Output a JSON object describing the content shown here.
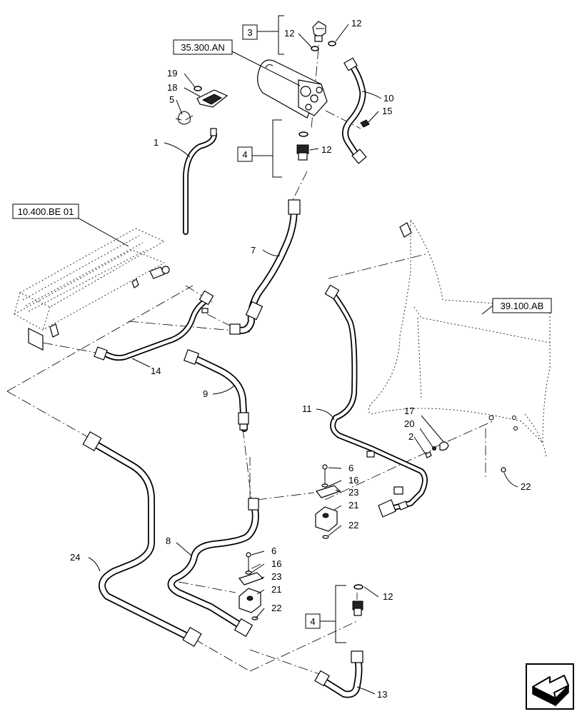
{
  "ref_boxes": {
    "filter_ref": "35.300.AN",
    "cooler_ref": "10.400.BE 01",
    "frame_ref": "39.100.AB"
  },
  "group_boxes": {
    "group_top": "3",
    "group_filter": "4",
    "group_bottom": "4"
  },
  "callouts": {
    "c1": "1",
    "c2": "2",
    "c5": "5",
    "c6a": "6",
    "c6b": "6",
    "c7": "7",
    "c8": "8",
    "c9": "9",
    "c10": "10",
    "c11": "11",
    "c12a": "12",
    "c12b": "12",
    "c12c": "12",
    "c12d": "12",
    "c13": "13",
    "c14": "14",
    "c15": "15",
    "c16a": "16",
    "c16b": "16",
    "c17": "17",
    "c18": "18",
    "c19": "19",
    "c20": "20",
    "c21a": "21",
    "c21b": "21",
    "c22a": "22",
    "c22b": "22",
    "c22c": "22",
    "c23a": "23",
    "c23b": "23",
    "c24": "24"
  },
  "nav_icon": "arrow-right-icon"
}
